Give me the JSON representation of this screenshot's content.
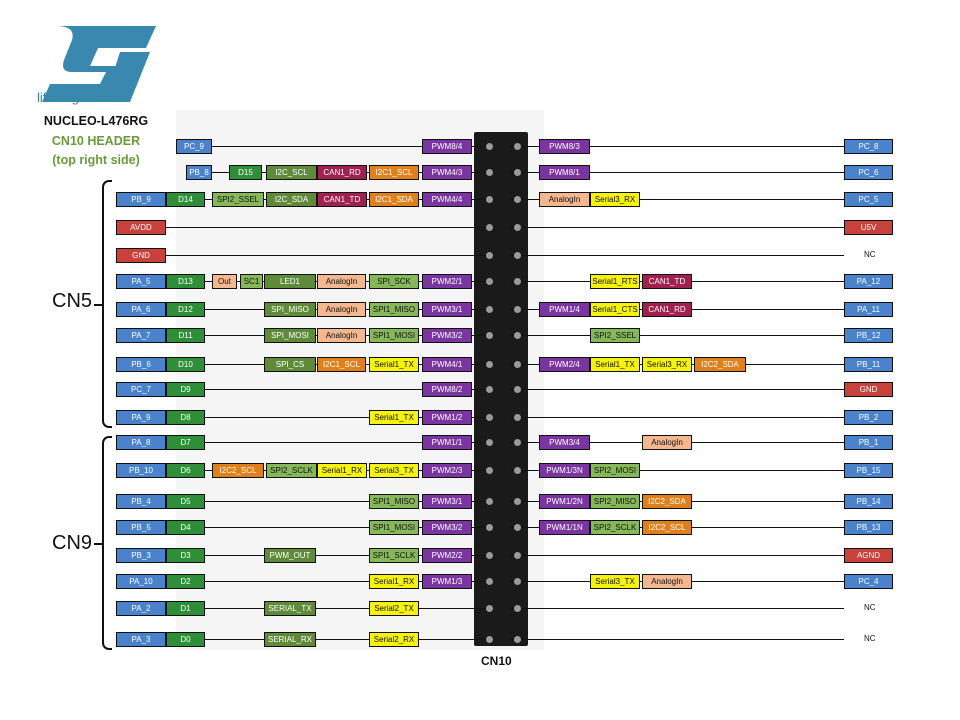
{
  "header": {
    "tagline": "life.augmented",
    "board_name": "NUCLEO-L476RG",
    "header_name": "CN10 HEADER",
    "header_side": "(top right side)"
  },
  "connectors": {
    "cn5": "CN5",
    "cn9": "CN9",
    "cn10": "CN10"
  },
  "colors": {
    "port": "#4a83cc",
    "arduino": "#2e8f38",
    "power": "#c8413b",
    "pwm": "#7a35a0",
    "i2c": "#5f8a3a",
    "can": "#a0204e",
    "i2c_orange": "#e0801b",
    "analog": "#f3b88f",
    "serial": "#f5f30a",
    "spi": "#86b85a"
  },
  "rows": [
    {
      "left": [
        {
          "t": "PC_9",
          "c": "port"
        }
      ],
      "pwm_l": "PWM8/4",
      "right": [
        {
          "t": "PWM8/3",
          "c": "pwm"
        }
      ],
      "end": {
        "t": "PC_8",
        "c": "port"
      }
    },
    {
      "left": [
        {
          "t": "PB_8",
          "c": "port"
        },
        {
          "t": "D15",
          "c": "arduino"
        },
        {
          "t": "I2C_SCL",
          "c": "i2c"
        },
        {
          "t": "CAN1_RD",
          "c": "can"
        },
        {
          "t": "I2C1_SCL",
          "c": "i2c_orange"
        }
      ],
      "pwm_l": "PWM4/3",
      "right": [
        {
          "t": "PWM8/1",
          "c": "pwm"
        }
      ],
      "end": {
        "t": "PC_6",
        "c": "port"
      }
    },
    {
      "left": [
        {
          "t": "PB_9",
          "c": "port"
        },
        {
          "t": "D14",
          "c": "arduino"
        },
        {
          "t": "SPI2_SSEL",
          "c": "spi"
        },
        {
          "t": "I2C_SDA",
          "c": "i2c"
        },
        {
          "t": "CAN1_TD",
          "c": "can"
        },
        {
          "t": "I2C1_SDA",
          "c": "i2c_orange"
        }
      ],
      "pwm_l": "PWM4/4",
      "right": [
        {
          "t": "AnalogIn",
          "c": "analog"
        },
        {
          "t": "Serial3_RX",
          "c": "serial"
        }
      ],
      "end": {
        "t": "PC_5",
        "c": "port"
      }
    },
    {
      "left": [
        {
          "t": "AVDD",
          "c": "power"
        }
      ],
      "pwm_l": "",
      "right": [],
      "end": {
        "t": "U5V",
        "c": "power"
      }
    },
    {
      "left": [
        {
          "t": "GND",
          "c": "power"
        }
      ],
      "pwm_l": "",
      "right": [],
      "end": {
        "t": "NC",
        "c": "nc"
      }
    },
    {
      "left": [
        {
          "t": "PA_5",
          "c": "port"
        },
        {
          "t": "D13",
          "c": "arduino"
        },
        {
          "t": "Out",
          "c": "analog"
        },
        {
          "t": "SC1",
          "c": "spi"
        },
        {
          "t": "LED1",
          "c": "i2c"
        },
        {
          "t": "AnalogIn",
          "c": "analog"
        },
        {
          "t": "SPI_SCK",
          "c": "spi"
        }
      ],
      "pwm_l": "PWM2/1",
      "right": [
        {
          "t": "Serial1_RTS",
          "c": "serial"
        },
        {
          "t": "CAN1_TD",
          "c": "can"
        }
      ],
      "end": {
        "t": "PA_12",
        "c": "port"
      }
    },
    {
      "left": [
        {
          "t": "PA_6",
          "c": "port"
        },
        {
          "t": "D12",
          "c": "arduino"
        },
        {
          "t": "SPI_MISO",
          "c": "i2c"
        },
        {
          "t": "AnalogIn",
          "c": "analog"
        },
        {
          "t": "SPI1_MISO",
          "c": "spi"
        }
      ],
      "pwm_l": "PWM3/1",
      "right": [
        {
          "t": "PWM1/4",
          "c": "pwm"
        },
        {
          "t": "Serial1_CTS",
          "c": "serial"
        },
        {
          "t": "CAN1_RD",
          "c": "can"
        }
      ],
      "end": {
        "t": "PA_11",
        "c": "port"
      }
    },
    {
      "left": [
        {
          "t": "PA_7",
          "c": "port"
        },
        {
          "t": "D11",
          "c": "arduino"
        },
        {
          "t": "SPI_MOSI",
          "c": "i2c"
        },
        {
          "t": "AnalogIn",
          "c": "analog"
        },
        {
          "t": "SPI1_MOSI",
          "c": "spi"
        }
      ],
      "pwm_l": "PWM3/2",
      "right": [
        {
          "t": "SPI2_SSEL",
          "c": "spi"
        }
      ],
      "end": {
        "t": "PB_12",
        "c": "port"
      }
    },
    {
      "left": [
        {
          "t": "PB_6",
          "c": "port"
        },
        {
          "t": "D10",
          "c": "arduino"
        },
        {
          "t": "SPI_CS",
          "c": "i2c"
        },
        {
          "t": "I2C1_SCL",
          "c": "i2c_orange"
        },
        {
          "t": "Serial1_TX",
          "c": "serial"
        }
      ],
      "pwm_l": "PWM4/1",
      "right": [
        {
          "t": "PWM2/4",
          "c": "pwm"
        },
        {
          "t": "Serial1_TX",
          "c": "serial"
        },
        {
          "t": "Serial3_RX",
          "c": "serial"
        },
        {
          "t": "I2C2_SDA",
          "c": "i2c_orange"
        }
      ],
      "end": {
        "t": "PB_11",
        "c": "port"
      }
    },
    {
      "left": [
        {
          "t": "PC_7",
          "c": "port"
        },
        {
          "t": "D9",
          "c": "arduino"
        }
      ],
      "pwm_l": "PWM8/2",
      "right": [],
      "end": {
        "t": "GND",
        "c": "power"
      }
    },
    {
      "left": [
        {
          "t": "PA_9",
          "c": "port"
        },
        {
          "t": "D8",
          "c": "arduino"
        },
        {
          "t": "Serial1_TX",
          "c": "serial"
        }
      ],
      "pwm_l": "PWM1/2",
      "right": [],
      "end": {
        "t": "PB_2",
        "c": "port"
      }
    },
    {
      "left": [
        {
          "t": "PA_8",
          "c": "port"
        },
        {
          "t": "D7",
          "c": "arduino"
        }
      ],
      "pwm_l": "PWM1/1",
      "right": [
        {
          "t": "PWM3/4",
          "c": "pwm"
        },
        {
          "t": "AnalogIn",
          "c": "analog"
        }
      ],
      "end": {
        "t": "PB_1",
        "c": "port"
      }
    },
    {
      "left": [
        {
          "t": "PB_10",
          "c": "port"
        },
        {
          "t": "D6",
          "c": "arduino"
        },
        {
          "t": "I2C2_SCL",
          "c": "i2c_orange"
        },
        {
          "t": "SPI2_SCLK",
          "c": "spi"
        },
        {
          "t": "Serial1_RX",
          "c": "serial"
        },
        {
          "t": "Serial3_TX",
          "c": "serial"
        }
      ],
      "pwm_l": "PWM2/3",
      "right": [
        {
          "t": "PWM1/3N",
          "c": "pwm"
        },
        {
          "t": "SPI2_MOSI",
          "c": "spi"
        }
      ],
      "end": {
        "t": "PB_15",
        "c": "port"
      }
    },
    {
      "left": [
        {
          "t": "PB_4",
          "c": "port"
        },
        {
          "t": "D5",
          "c": "arduino"
        },
        {
          "t": "SPI1_MISO",
          "c": "spi"
        }
      ],
      "pwm_l": "PWM3/1",
      "right": [
        {
          "t": "PWM1/2N",
          "c": "pwm"
        },
        {
          "t": "SPI2_MISO",
          "c": "spi"
        },
        {
          "t": "I2C2_SDA",
          "c": "i2c_orange"
        }
      ],
      "end": {
        "t": "PB_14",
        "c": "port"
      }
    },
    {
      "left": [
        {
          "t": "PB_5",
          "c": "port"
        },
        {
          "t": "D4",
          "c": "arduino"
        },
        {
          "t": "SPI1_MOSI",
          "c": "spi"
        }
      ],
      "pwm_l": "PWM3/2",
      "right": [
        {
          "t": "PWM1/1N",
          "c": "pwm"
        },
        {
          "t": "SPI2_SCLK",
          "c": "spi"
        },
        {
          "t": "I2C2_SCL",
          "c": "i2c_orange"
        }
      ],
      "end": {
        "t": "PB_13",
        "c": "port"
      }
    },
    {
      "left": [
        {
          "t": "PB_3",
          "c": "port"
        },
        {
          "t": "D3",
          "c": "arduino"
        },
        {
          "t": "PWM_OUT",
          "c": "i2c"
        },
        {
          "t": "SPI1_SCLK",
          "c": "spi"
        }
      ],
      "pwm_l": "PWM2/2",
      "right": [],
      "end": {
        "t": "AGND",
        "c": "power"
      }
    },
    {
      "left": [
        {
          "t": "PA_10",
          "c": "port"
        },
        {
          "t": "D2",
          "c": "arduino"
        },
        {
          "t": "Serial1_RX",
          "c": "serial"
        }
      ],
      "pwm_l": "PWM1/3",
      "right": [
        {
          "t": "Serial3_TX",
          "c": "serial"
        },
        {
          "t": "AnalogIn",
          "c": "analog"
        }
      ],
      "end": {
        "t": "PC_4",
        "c": "port"
      }
    },
    {
      "left": [
        {
          "t": "PA_2",
          "c": "port"
        },
        {
          "t": "D1",
          "c": "arduino"
        },
        {
          "t": "SERIAL_TX",
          "c": "i2c"
        },
        {
          "t": "Serial2_TX",
          "c": "serial"
        }
      ],
      "pwm_l": "",
      "right": [],
      "end": {
        "t": "NC",
        "c": "nc"
      }
    },
    {
      "left": [
        {
          "t": "PA_3",
          "c": "port"
        },
        {
          "t": "D0",
          "c": "arduino"
        },
        {
          "t": "SERIAL_RX",
          "c": "i2c"
        },
        {
          "t": "Serial2_RX",
          "c": "serial"
        }
      ],
      "pwm_l": "",
      "right": [],
      "end": {
        "t": "NC",
        "c": "nc"
      }
    }
  ]
}
